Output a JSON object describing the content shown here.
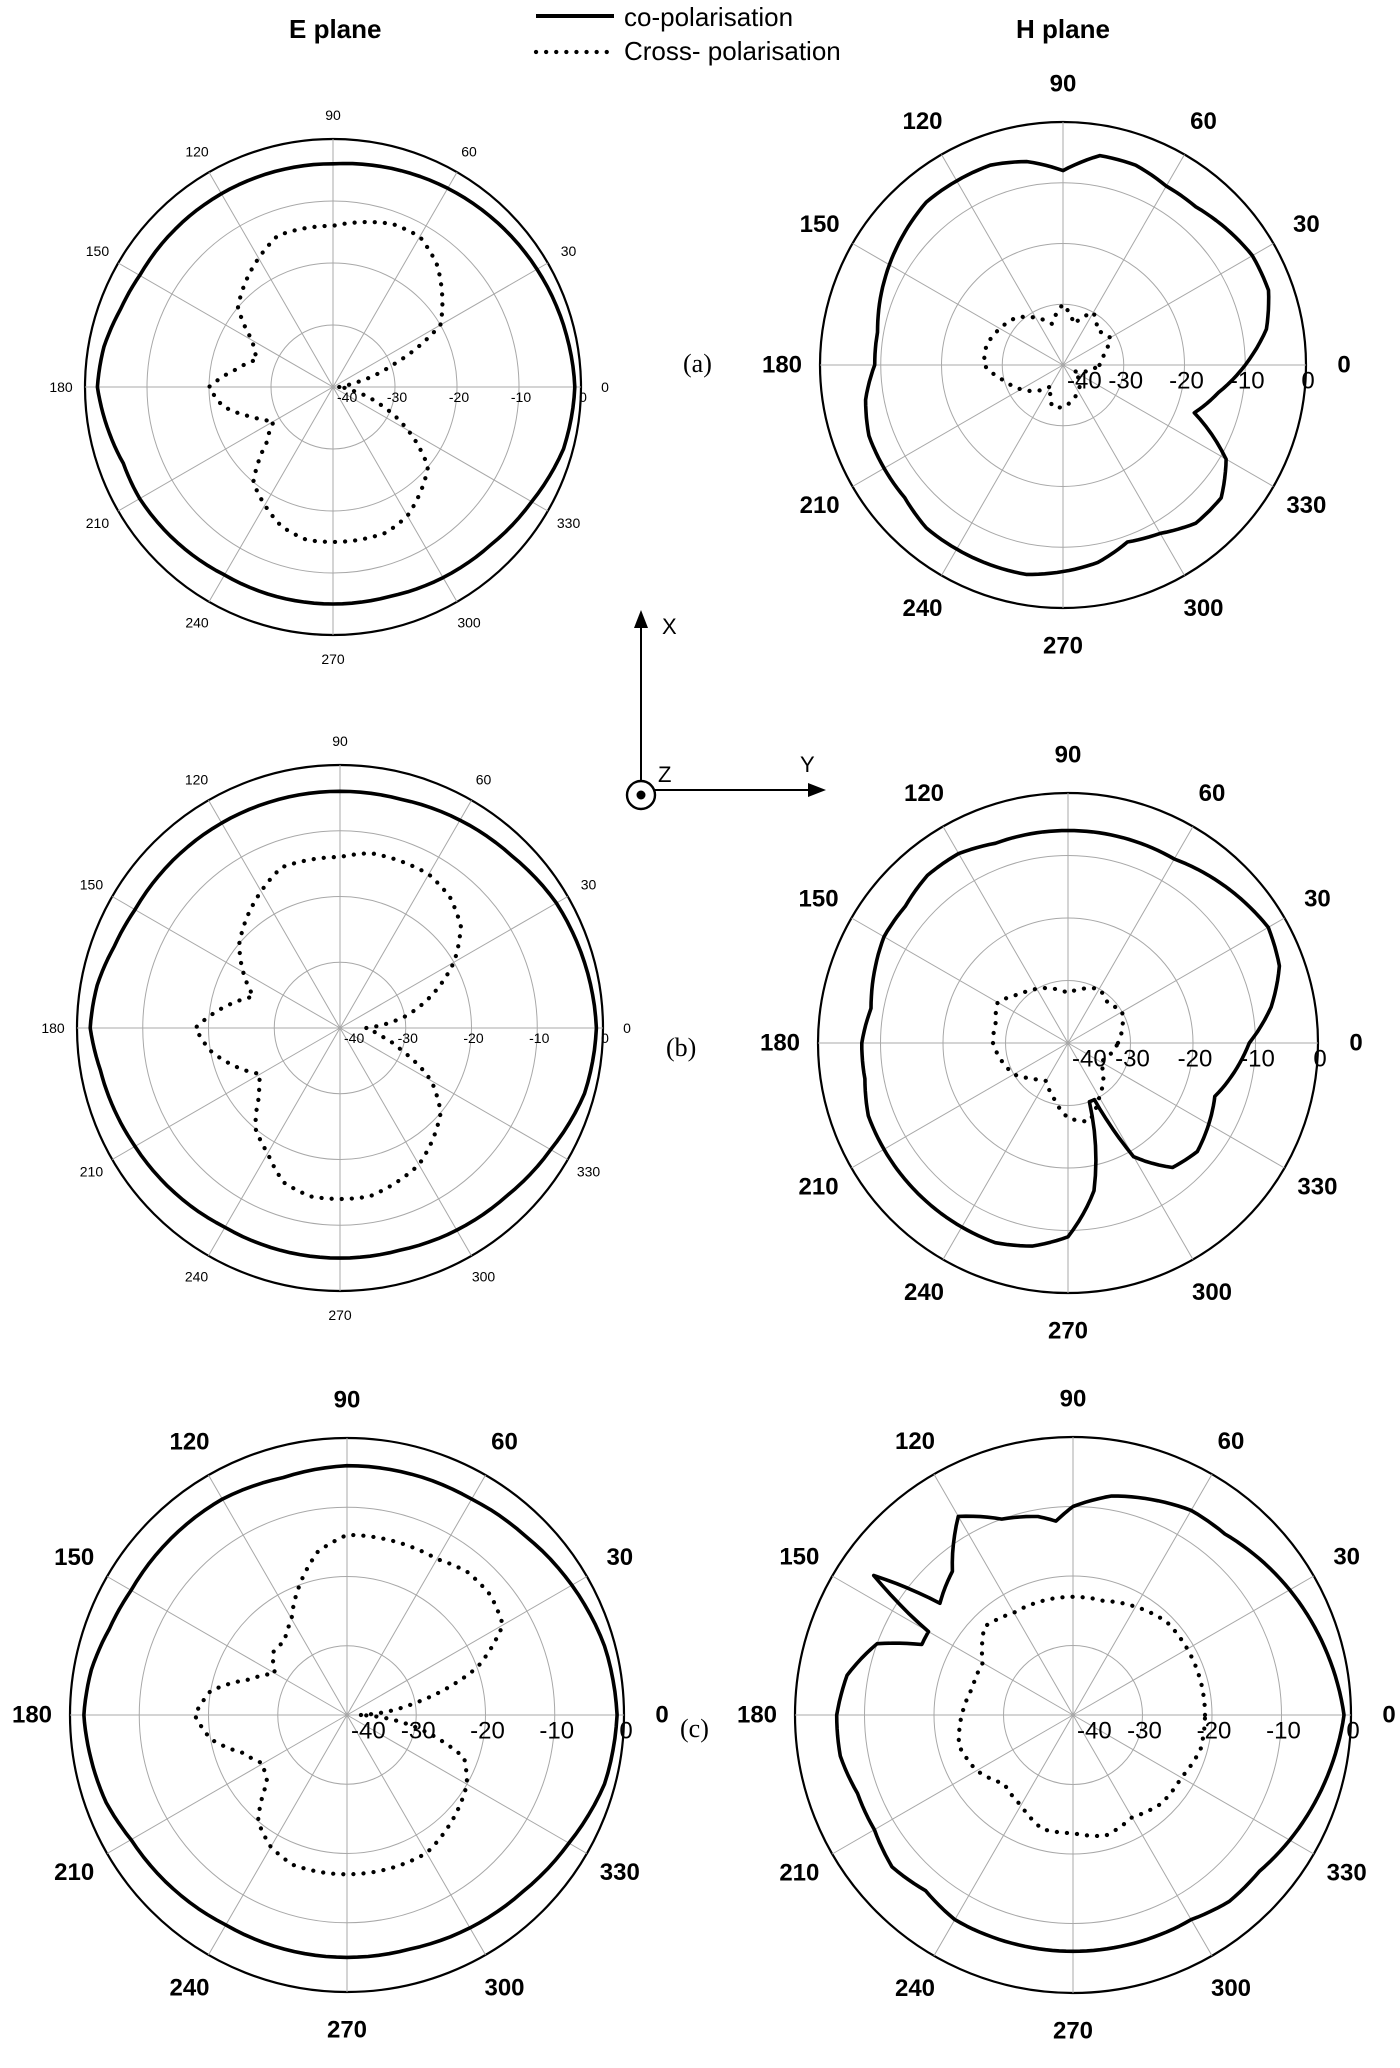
{
  "header": {
    "e_plane": "E plane",
    "h_plane": "H plane"
  },
  "legend": {
    "co": "co-polarisation",
    "cross": "Cross- polarisation"
  },
  "axes_triad": {
    "x": "X",
    "y": "Y",
    "z": "Z"
  },
  "row_labels": {
    "a": "(a)",
    "b": "(b)",
    "c": "(c)"
  },
  "colors": {
    "curve": "#000000",
    "grid": "#a8a8a8",
    "frame": "#000000"
  },
  "chart_data": [
    {
      "id": "a-e",
      "type": "polar",
      "plane": "E",
      "row": "a",
      "r_range": [
        -40,
        0
      ],
      "angle_ticks": [
        0,
        30,
        60,
        90,
        120,
        150,
        180,
        210,
        240,
        270,
        300,
        330
      ],
      "radial_ticks": [
        -40,
        -30,
        -20,
        -10,
        0
      ],
      "grid": true,
      "label_size": "small",
      "series": [
        {
          "name": "co-polarisation",
          "style": "solid",
          "theta": [
            0,
            15,
            30,
            45,
            60,
            75,
            90,
            105,
            120,
            135,
            150,
            160,
            170,
            180,
            190,
            200,
            210,
            225,
            240,
            255,
            270,
            285,
            300,
            315,
            330,
            345,
            360
          ],
          "r": [
            -1,
            -1.5,
            -2,
            -2.5,
            -3,
            -3.5,
            -4,
            -4,
            -4,
            -4,
            -4,
            -3.5,
            -2.5,
            -2,
            -3,
            -4,
            -4,
            -4.5,
            -5,
            -5,
            -5,
            -5,
            -4.5,
            -4,
            -3,
            -1.5,
            -1
          ]
        },
        {
          "name": "Cross- polarisation",
          "style": "dotted",
          "theta": [
            0,
            10,
            20,
            30,
            40,
            50,
            60,
            70,
            80,
            90,
            100,
            110,
            120,
            130,
            140,
            150,
            160,
            170,
            180,
            190,
            200,
            210,
            220,
            230,
            240,
            250,
            260,
            270,
            280,
            290,
            300,
            310,
            320,
            330,
            340,
            350,
            360
          ],
          "r": [
            -39,
            -37,
            -30,
            -20,
            -17,
            -14,
            -12,
            -12,
            -13,
            -14,
            -14,
            -14,
            -16,
            -18,
            -20,
            -25,
            -27,
            -24,
            -20,
            -22,
            -26,
            -29,
            -26,
            -20,
            -18,
            -16,
            -15,
            -15,
            -15,
            -15,
            -16,
            -18,
            -20,
            -26,
            -32,
            -37,
            -39
          ]
        }
      ]
    },
    {
      "id": "a-h",
      "type": "polar",
      "plane": "H",
      "row": "a",
      "r_range": [
        -40,
        0
      ],
      "angle_ticks": [
        0,
        30,
        60,
        90,
        120,
        150,
        180,
        210,
        240,
        270,
        300,
        330
      ],
      "radial_ticks": [
        -40,
        -30,
        -20,
        -10,
        0
      ],
      "grid": true,
      "label_size": "large",
      "series": [
        {
          "name": "co-polarisation",
          "style": "solid",
          "theta": [
            0,
            10,
            20,
            30,
            40,
            50,
            60,
            70,
            80,
            90,
            100,
            110,
            120,
            130,
            140,
            150,
            160,
            170,
            180,
            190,
            200,
            210,
            220,
            230,
            240,
            250,
            260,
            270,
            280,
            290,
            300,
            310,
            320,
            330,
            340,
            350,
            360
          ],
          "r": [
            -10,
            -6,
            -4,
            -4,
            -5,
            -6,
            -6,
            -5,
            -5,
            -8,
            -6,
            -5,
            -5,
            -5,
            -6,
            -7,
            -8,
            -9,
            -9,
            -7,
            -6,
            -6,
            -6,
            -5,
            -5,
            -5,
            -5,
            -6,
            -7,
            -9,
            -8,
            -6,
            -6,
            -9,
            -17,
            -14,
            -10
          ]
        },
        {
          "name": "Cross- polarisation",
          "style": "dotted",
          "theta": [
            0,
            15,
            30,
            45,
            60,
            75,
            90,
            105,
            120,
            135,
            150,
            165,
            180,
            195,
            210,
            225,
            240,
            255,
            270,
            285,
            300,
            315,
            330,
            345,
            360
          ],
          "r": [
            -34,
            -33,
            -31,
            -32,
            -30,
            -33,
            -30,
            -33,
            -31,
            -29,
            -28,
            -27,
            -27,
            -30,
            -32,
            -34,
            -36,
            -33,
            -33,
            -34,
            -35,
            -36,
            -38,
            -36,
            -34
          ]
        }
      ]
    },
    {
      "id": "b-e",
      "type": "polar",
      "plane": "E",
      "row": "b",
      "r_range": [
        -40,
        0
      ],
      "angle_ticks": [
        0,
        30,
        60,
        90,
        120,
        150,
        180,
        210,
        240,
        270,
        300,
        330
      ],
      "radial_ticks": [
        -40,
        -30,
        -20,
        -10,
        0
      ],
      "grid": true,
      "label_size": "small",
      "series": [
        {
          "name": "co-polarisation",
          "style": "solid",
          "theta": [
            0,
            15,
            30,
            45,
            60,
            75,
            90,
            105,
            120,
            135,
            150,
            160,
            170,
            180,
            190,
            200,
            210,
            225,
            240,
            255,
            270,
            285,
            300,
            315,
            330,
            345,
            360
          ],
          "r": [
            -1,
            -1.5,
            -2,
            -3,
            -3.5,
            -4,
            -4,
            -4,
            -4,
            -4,
            -4,
            -3.5,
            -2.5,
            -2,
            -3,
            -3.5,
            -4,
            -4.5,
            -5,
            -5,
            -5,
            -5,
            -4.5,
            -4,
            -3,
            -1.5,
            -1
          ]
        },
        {
          "name": "Cross- polarisation",
          "style": "dotted",
          "theta": [
            0,
            10,
            20,
            30,
            40,
            50,
            60,
            70,
            80,
            90,
            100,
            110,
            120,
            130,
            140,
            150,
            160,
            170,
            180,
            190,
            200,
            210,
            220,
            230,
            240,
            250,
            260,
            270,
            280,
            290,
            300,
            310,
            320,
            330,
            340,
            350,
            360
          ],
          "r": [
            -36,
            -30,
            -25,
            -20,
            -16,
            -14,
            -13,
            -13,
            -13,
            -14,
            -14,
            -14,
            -16,
            -18,
            -20,
            -23,
            -26,
            -22,
            -18,
            -20,
            -23,
            -26,
            -24,
            -20,
            -18,
            -15,
            -14,
            -14,
            -14,
            -15,
            -16,
            -18,
            -20,
            -24,
            -30,
            -34,
            -36
          ]
        }
      ]
    },
    {
      "id": "b-h",
      "type": "polar",
      "plane": "H",
      "row": "b",
      "r_range": [
        -40,
        0
      ],
      "angle_ticks": [
        0,
        30,
        60,
        90,
        120,
        150,
        180,
        210,
        240,
        270,
        300,
        330
      ],
      "radial_ticks": [
        -40,
        -30,
        -20,
        -10,
        0
      ],
      "grid": true,
      "label_size": "large",
      "series": [
        {
          "name": "co-polarisation",
          "style": "solid",
          "theta": [
            0,
            10,
            20,
            30,
            40,
            50,
            60,
            70,
            80,
            90,
            100,
            110,
            120,
            130,
            140,
            150,
            160,
            170,
            180,
            190,
            200,
            210,
            220,
            230,
            240,
            250,
            260,
            270,
            280,
            290,
            295,
            300,
            310,
            320,
            330,
            340,
            350,
            360
          ],
          "r": [
            -11,
            -7,
            -4,
            -3,
            -4,
            -5,
            -6,
            -6,
            -6,
            -6,
            -6,
            -6,
            -5,
            -5,
            -6,
            -6,
            -7,
            -8,
            -7,
            -7,
            -6,
            -6,
            -6,
            -6,
            -6,
            -6,
            -7,
            -9,
            -16,
            -30,
            -30,
            -19,
            -14,
            -13,
            -14,
            -15,
            -13,
            -11
          ]
        },
        {
          "name": "Cross- polarisation",
          "style": "dotted",
          "theta": [
            0,
            15,
            30,
            45,
            60,
            75,
            90,
            105,
            120,
            135,
            150,
            165,
            180,
            195,
            210,
            225,
            240,
            255,
            270,
            285,
            300,
            315,
            330,
            345,
            360
          ],
          "r": [
            -32,
            -31,
            -30,
            -31,
            -30,
            -31,
            -32,
            -31,
            -30,
            -29,
            -27,
            -28,
            -28,
            -29,
            -30,
            -32,
            -33,
            -31,
            -28,
            -27,
            -30,
            -32,
            -34,
            -33,
            -32
          ]
        }
      ]
    },
    {
      "id": "c-e",
      "type": "polar",
      "plane": "E",
      "row": "c",
      "r_range": [
        -40,
        0
      ],
      "angle_ticks": [
        0,
        30,
        60,
        90,
        120,
        150,
        180,
        210,
        240,
        270,
        300,
        330
      ],
      "radial_ticks": [
        -40,
        -30,
        -20,
        -10,
        0
      ],
      "grid": true,
      "label_size": "large",
      "series": [
        {
          "name": "co-polarisation",
          "style": "solid",
          "theta": [
            0,
            15,
            30,
            45,
            60,
            75,
            90,
            105,
            120,
            135,
            150,
            160,
            170,
            180,
            190,
            200,
            210,
            225,
            240,
            255,
            270,
            285,
            300,
            315,
            330,
            345,
            360
          ],
          "r": [
            -1,
            -1.5,
            -2.5,
            -3.5,
            -4,
            -4,
            -4,
            -4.5,
            -4,
            -4,
            -4,
            -3.5,
            -2.5,
            -2,
            -2.5,
            -3,
            -4,
            -4.5,
            -5,
            -5,
            -5,
            -5,
            -4.5,
            -4,
            -3,
            -1.5,
            -1
          ]
        },
        {
          "name": "Cross- polarisation",
          "style": "dotted",
          "theta": [
            0,
            10,
            20,
            30,
            40,
            50,
            60,
            70,
            80,
            90,
            100,
            110,
            120,
            130,
            140,
            150,
            160,
            170,
            180,
            190,
            200,
            210,
            220,
            230,
            240,
            250,
            260,
            270,
            280,
            290,
            300,
            310,
            320,
            330,
            340,
            350,
            360
          ],
          "r": [
            -38,
            -30,
            -20,
            -14,
            -13,
            -13,
            -14,
            -14,
            -14,
            -14,
            -16,
            -20,
            -24,
            -26,
            -26,
            -28,
            -25,
            -20,
            -18,
            -20,
            -24,
            -26,
            -25,
            -20,
            -18,
            -17,
            -17,
            -17,
            -17,
            -17,
            -17,
            -18,
            -19,
            -20,
            -22,
            -30,
            -38
          ]
        }
      ]
    },
    {
      "id": "c-h",
      "type": "polar",
      "plane": "H",
      "row": "c",
      "r_range": [
        -40,
        0
      ],
      "angle_ticks": [
        0,
        30,
        60,
        90,
        120,
        150,
        180,
        210,
        240,
        270,
        300,
        330
      ],
      "radial_ticks": [
        -40,
        -30,
        -20,
        -10,
        0
      ],
      "grid": true,
      "label_size": "large",
      "series": [
        {
          "name": "co-polarisation",
          "style": "solid",
          "theta": [
            0,
            10,
            20,
            30,
            40,
            50,
            60,
            70,
            80,
            90,
            95,
            100,
            110,
            120,
            130,
            140,
            145,
            150,
            155,
            160,
            170,
            180,
            190,
            200,
            210,
            220,
            230,
            240,
            250,
            260,
            270,
            280,
            290,
            300,
            310,
            320,
            330,
            340,
            350,
            360
          ],
          "r": [
            -1,
            -2,
            -3,
            -4,
            -5,
            -6,
            -6,
            -7,
            -8,
            -10,
            -12,
            -11,
            -10,
            -7,
            -13,
            -15,
            -5,
            -16,
            -16,
            -10,
            -7,
            -6,
            -6,
            -7,
            -7,
            -6,
            -7,
            -6,
            -6,
            -6,
            -6,
            -6,
            -6,
            -6,
            -5,
            -5,
            -4,
            -3,
            -2,
            -1
          ]
        },
        {
          "name": "Cross- polarisation",
          "style": "dotted",
          "theta": [
            0,
            15,
            30,
            45,
            60,
            75,
            90,
            105,
            120,
            135,
            150,
            165,
            180,
            195,
            210,
            225,
            240,
            255,
            270,
            285,
            300,
            315,
            330,
            345,
            360
          ],
          "r": [
            -21,
            -21,
            -21,
            -21,
            -22,
            -23,
            -23,
            -23,
            -23,
            -22,
            -25,
            -25,
            -24,
            -23,
            -24,
            -26,
            -25,
            -23,
            -23,
            -22,
            -23,
            -22,
            -22,
            -21,
            -21
          ]
        }
      ]
    }
  ]
}
